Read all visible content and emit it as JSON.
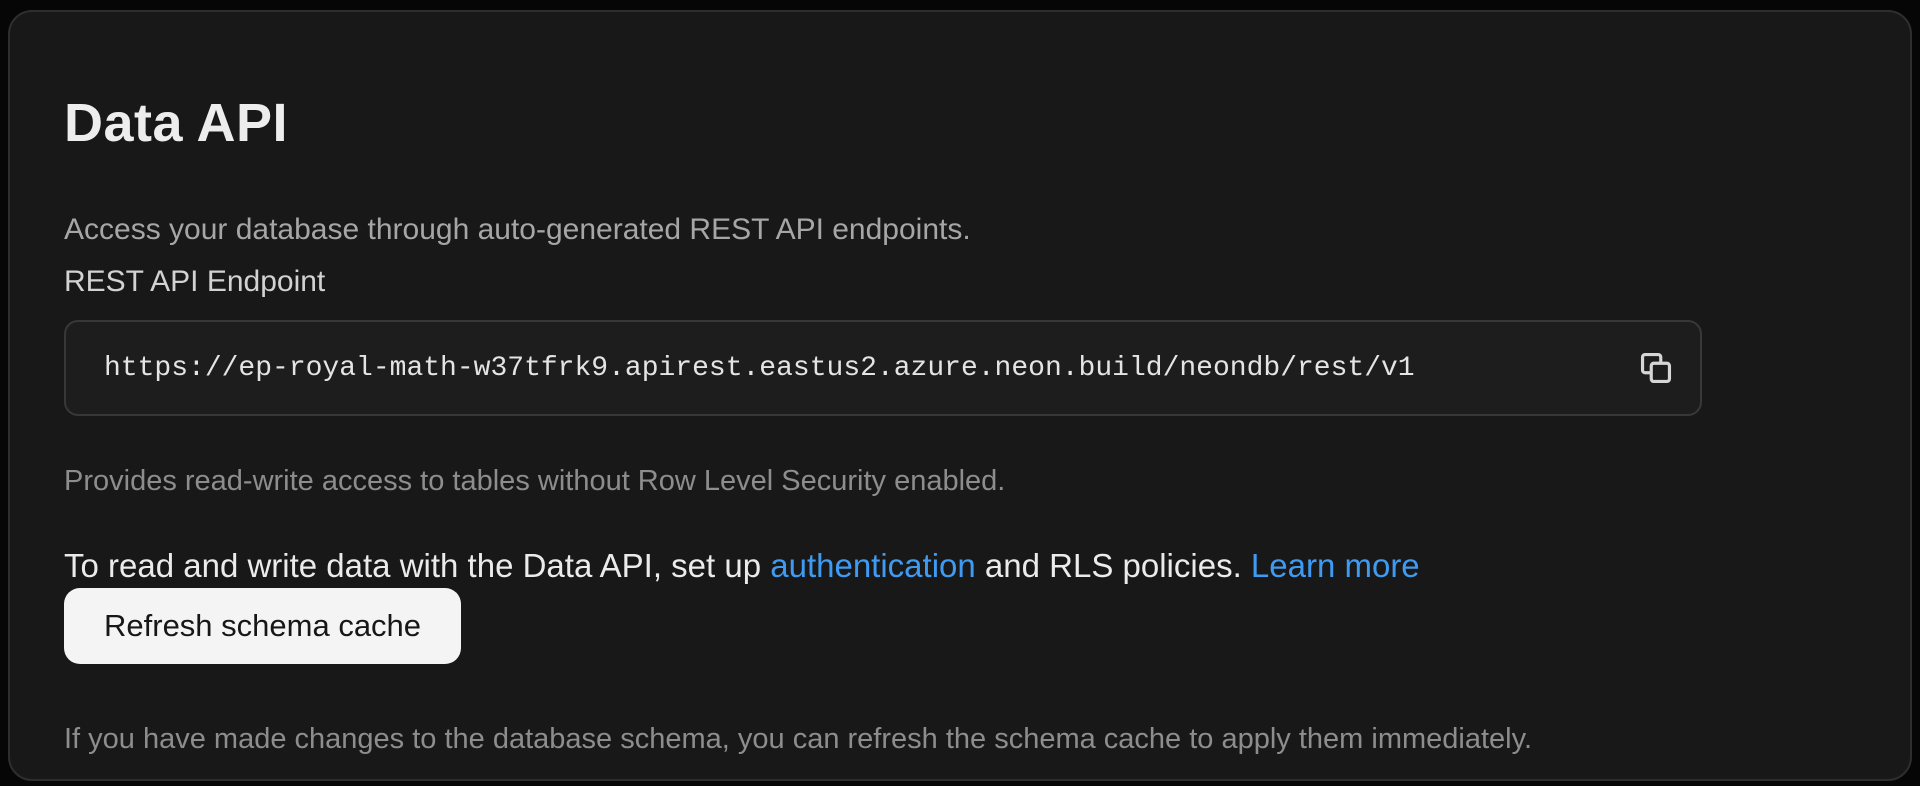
{
  "panel": {
    "title": "Data API",
    "description": "Access your database through auto-generated REST API endpoints.",
    "endpoint": {
      "label": "REST API Endpoint",
      "url": "https://ep-royal-math-w37tfrk9.apirest.eastus2.azure.neon.build/neondb/rest/v1",
      "copy_icon": "copy-icon",
      "helper": "Provides read-write access to tables without Row Level Security enabled."
    },
    "rls_note": {
      "text_before": "To read and write data with the Data API, set up ",
      "auth_link": "authentication",
      "text_middle": " and RLS policies. ",
      "learn_more_link": "Learn more"
    },
    "refresh": {
      "button_label": "Refresh schema cache",
      "helper": "If you have made changes to the database schema, you can refresh the schema cache to apply them immediately."
    },
    "colors": {
      "link_blue": "#3f9bf2",
      "panel_background": "#181818",
      "panel_border": "#2e2e2e",
      "field_border": "#383838",
      "button_background": "#f4f4f4",
      "button_text": "#171717"
    }
  }
}
